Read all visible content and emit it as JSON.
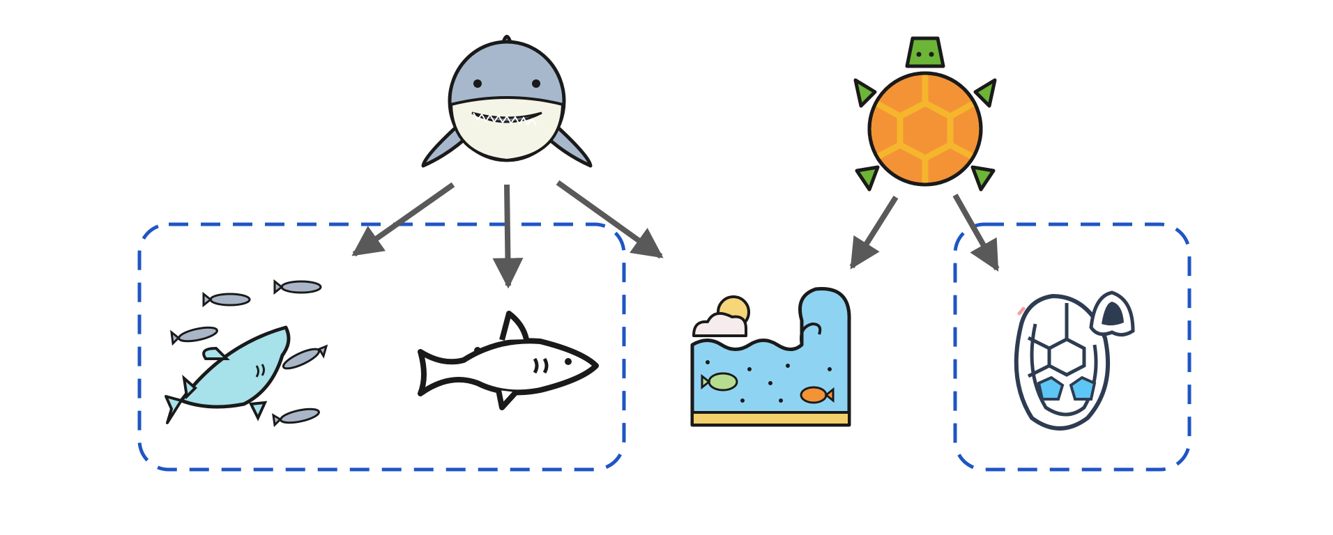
{
  "title": "",
  "colors": {
    "background": "#ffffff",
    "group_border": "#1f55c4",
    "arrow": "#595959",
    "outline": "#1a1a1a",
    "shark_body": "#a8b8cc",
    "shark_belly": "#f4f5e6",
    "shark_teeth_gums": "#6e7c8e",
    "turtle_skin": "#6cb537",
    "turtle_shell": "#f39336",
    "turtle_shell_pattern": "#f5b52c",
    "water": "#8fd3f2",
    "sand": "#f2d06b",
    "sun": "#f7d67a",
    "cloud": "#f6ecec",
    "small_fish": "#a9b6c7",
    "big_fish_fill": "#a7e1ea",
    "nest_outline": "#2e3c52",
    "nest_egg_blue": "#5ec6f4"
  },
  "nodes": [
    {
      "id": "shark",
      "icon": "shark-head-icon"
    },
    {
      "id": "turtle",
      "icon": "sea-turtle-icon"
    },
    {
      "id": "fish-school",
      "icon": "shark-with-fish-icon",
      "group": "shark-group"
    },
    {
      "id": "shark-outline",
      "icon": "shark-outline-icon",
      "group": "shark-group"
    },
    {
      "id": "ocean",
      "icon": "ocean-wave-icon"
    },
    {
      "id": "turtle-nest",
      "icon": "turtle-shell-nest-icon",
      "group": "turtle-group"
    }
  ],
  "groups": [
    {
      "id": "shark-group",
      "style": "dashed"
    },
    {
      "id": "turtle-group",
      "style": "dashed"
    }
  ],
  "edges": [
    {
      "from": "shark",
      "to": "fish-school"
    },
    {
      "from": "shark",
      "to": "shark-outline"
    },
    {
      "from": "shark",
      "to": "ocean"
    },
    {
      "from": "turtle",
      "to": "ocean"
    },
    {
      "from": "turtle",
      "to": "turtle-nest"
    }
  ]
}
